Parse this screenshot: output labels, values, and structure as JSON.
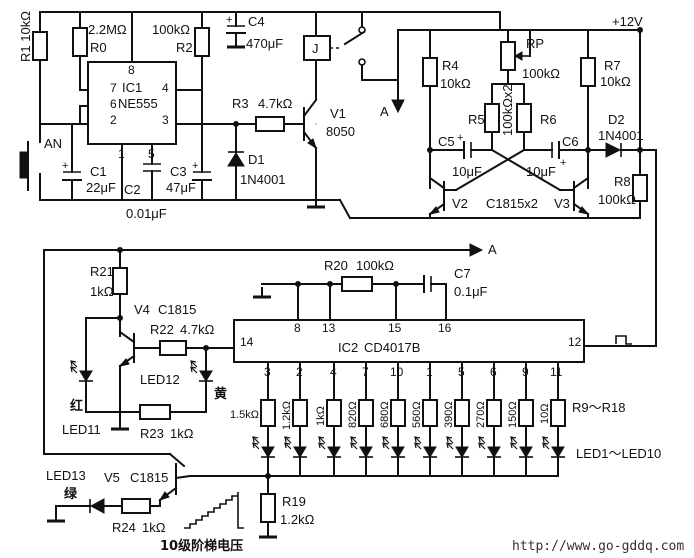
{
  "supply": "+12V",
  "ic1": {
    "ref": "IC1",
    "part": "NE555",
    "pins": [
      "8",
      "7",
      "6",
      "2",
      "1",
      "5",
      "4",
      "3"
    ]
  },
  "ic2": {
    "ref": "IC2",
    "part": "CD4017B",
    "top_pins": [
      "8",
      "13",
      "15",
      "16"
    ],
    "side_pins": [
      "14",
      "12"
    ],
    "bottom_pins": [
      "3",
      "2",
      "4",
      "7",
      "10",
      "1",
      "5",
      "6",
      "9",
      "11"
    ]
  },
  "resistors": {
    "r1": "R1 10kΩ",
    "r0_value": "2.2MΩ",
    "r0": "R0",
    "r2_value": "100kΩ",
    "r2": "R2",
    "r3": "R3",
    "r3_value": "4.7kΩ",
    "r4": "R4",
    "r4_value": "10kΩ",
    "rp": "RP",
    "rp_value": "100kΩ",
    "r5": "R5",
    "r56_value": "100kΩx2",
    "r6": "R6",
    "r7": "R7",
    "r7_value": "10kΩ",
    "r8": "R8",
    "r8_value": "100kΩ",
    "r20": "R20",
    "r20_value": "100kΩ",
    "r21": "R21",
    "r21_value": "1kΩ",
    "r22": "R22",
    "r22_value": "4.7kΩ",
    "r23": "R23",
    "r23_value": "1kΩ",
    "r19": "R19",
    "r19_value": "1.2kΩ",
    "r24": "R24",
    "r24_value": "1kΩ",
    "ladder_values": [
      "1.5kΩ",
      "1.2kΩ",
      "1kΩ",
      "820Ω",
      "680Ω",
      "560Ω",
      "390Ω",
      "270Ω",
      "150Ω",
      "10Ω"
    ],
    "ladder_ref": "R9～R18"
  },
  "capacitors": {
    "c1": "C1",
    "c1_value": "22μF",
    "c2": "C2",
    "c2_value": "0.01μF",
    "c3": "C3",
    "c3_value": "47μF",
    "c4": "C4",
    "c4_value": "470μF",
    "c5": "C5",
    "c5_value": "10μF",
    "c6": "C6",
    "c6_value": "10μF",
    "c7": "C7",
    "c7_value": "0.1μF"
  },
  "diodes": {
    "d1": "D1",
    "d1_value": "1N4001",
    "d2": "D2",
    "d2_value": "1N4001"
  },
  "transistors": {
    "v1": "V1",
    "v1_value": "8050",
    "v2": "V2",
    "v23_value": "C1815x2",
    "v3": "V3",
    "v4": "V4",
    "v4_value": "C1815",
    "v5": "V5",
    "v5_value": "C1815"
  },
  "misc": {
    "relay": "J",
    "button": "AN",
    "node_a": "A",
    "led11": "LED11",
    "led11_color": "红",
    "led12": "LED12",
    "led12_color": "黄",
    "led13": "LED13",
    "led13_color": "绿",
    "led_bank": "LED1～LED10",
    "staircase": "10级阶梯电压",
    "watermark": "http://www.go-gddq.com"
  }
}
